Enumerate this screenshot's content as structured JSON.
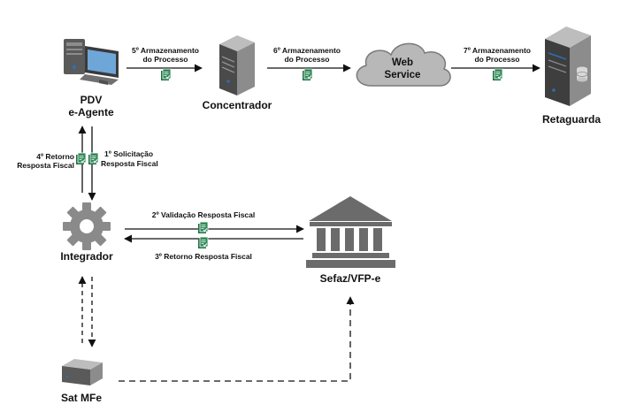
{
  "nodes": {
    "pdv": {
      "line1": "PDV",
      "line2": "e-Agente"
    },
    "concentrador": {
      "label": "Concentrador"
    },
    "webservice": {
      "line1": "Web",
      "line2": "Service"
    },
    "retaguarda": {
      "label": "Retaguarda"
    },
    "integrador": {
      "label": "Integrador"
    },
    "sefaz": {
      "label": "Sefaz/VFP-e"
    },
    "sat": {
      "label": "Sat MFe"
    }
  },
  "edges": {
    "e5": {
      "line1": "5º Armazenamento",
      "line2": "do Processo"
    },
    "e6": {
      "line1": "6º Armazenamento",
      "line2": "do Processo"
    },
    "e7": {
      "line1": "7º Armazenamento",
      "line2": "do Processo"
    },
    "e4": {
      "line1": "4º Retorno",
      "line2": "Resposta Fiscal"
    },
    "e1": {
      "line1": "1º Solicitação",
      "line2": "Resposta Fiscal"
    },
    "e2": {
      "label": "2º Validação Resposta Fiscal"
    },
    "e3": {
      "label": "3º Retorno Resposta Fiscal"
    }
  },
  "colors": {
    "line": "#111111",
    "doc_icon": "#1e6e43",
    "gear": "#8a8a8a",
    "server_dark": "#4a4a4a",
    "server_mid": "#8c8c8c",
    "server_light": "#d8d8d8",
    "cloud": "#b8b8b8",
    "bank": "#6b6b6b",
    "accent_blue": "#2f6fb3"
  },
  "icons": {
    "pdv": "desktop-computer-icon",
    "concentrador": "server-icon",
    "webservice": "cloud-icon",
    "retaguarda": "database-server-icon",
    "integrador": "gear-icon",
    "sefaz": "bank-building-icon",
    "sat": "sat-device-icon",
    "document": "fiscal-document-icon"
  }
}
